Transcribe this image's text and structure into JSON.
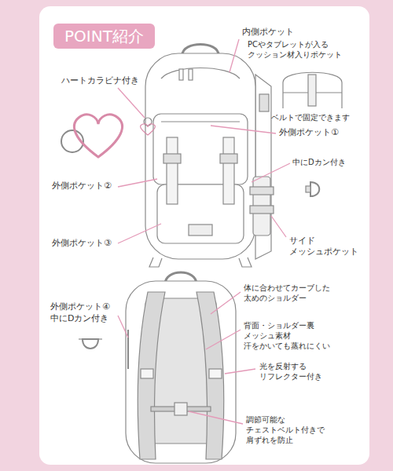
{
  "diagram": {
    "title": "POINT紹介",
    "labels": [
      "内側ポケット",
      "PCやタブレットが入る クッション材入りポケット",
      "ベルトで固定できます",
      "ハートカラビナ付き",
      "外側ポケット①",
      "中にDカン付き",
      "外側ポケット②",
      "外側ポケット③",
      "サイド メッシュポケット",
      "体に合わせてカーブした 太めのショルダー",
      "外側ポケット④",
      "中にDカン付き",
      "背面・ショルダー裏 メッシュ素材 汗をかいても蒸れにくい",
      "光を反射する リフレクター付き",
      "調節可能な チェストベルト付きで 肩ずれを防止"
    ]
  }
}
